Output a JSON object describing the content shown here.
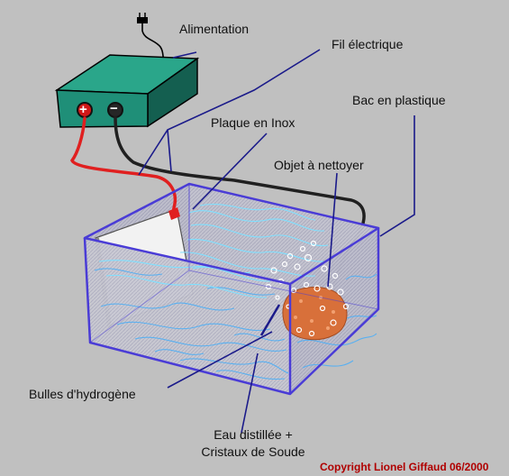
{
  "labels": {
    "alimentation": "Alimentation",
    "fil_electrique": "Fil électrique",
    "bac_plastique": "Bac en plastique",
    "plaque_inox": "Plaque en Inox",
    "objet": "Objet à nettoyer",
    "bulles": "Bulles d'hydrogène",
    "eau_line1": "Eau distillée +",
    "eau_line2": "Cristaux de Soude"
  },
  "terminals": {
    "positive": "+",
    "negative": "−"
  },
  "copyright": "Copyright Lionel Giffaud 06/2000",
  "colors": {
    "background": "#c0c0c0",
    "supply_body": "#1f8f78",
    "tank_outline": "#4a3cd6",
    "water_lines": "#5ab0f0",
    "hydrogen_lines": "#7fe0ff",
    "positive_wire": "#e02020",
    "negative_wire": "#202020",
    "object": "#d8703a",
    "copyright_text": "#b00000"
  },
  "icons": {
    "plug": "plug-icon"
  }
}
